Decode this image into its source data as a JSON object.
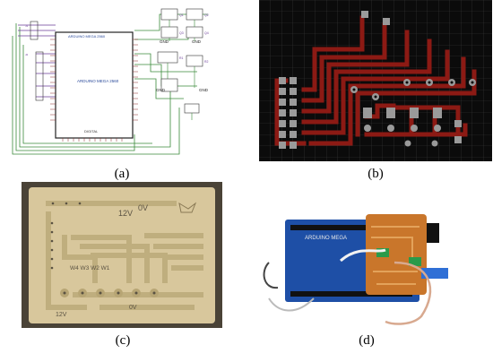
{
  "figure": {
    "panels": [
      {
        "label": "(a)",
        "description": "schematic",
        "chip_title": "ARDUINO MEGA 2560",
        "chip_side": "DIGITAL",
        "part_label": "ARDUINO MEGA 2560",
        "net_labels": [
          "GND",
          "GND",
          "GND",
          "GND"
        ]
      },
      {
        "label": "(b)",
        "description": "pcb-layout"
      },
      {
        "label": "(c)",
        "description": "etched-board",
        "silk_top": "12V",
        "silk_top2": "0V",
        "silk_mid": "W4 W3 W2 W1",
        "silk_bottom": "12V",
        "silk_bottom2": "0V"
      },
      {
        "label": "(d)",
        "description": "assembled-shield",
        "board_text": "ARDUINO MEGA"
      }
    ]
  },
  "colors": {
    "schematic_bg": "#ffffff",
    "pcb_bg": "#0b0b0b",
    "pcb_grid": "#3a3a3a",
    "pcb_trace": "#8c1a14",
    "pcb_pad": "#9a9a9a",
    "board_tan": "#d8c79c",
    "board_dark": "#4a4337"
  }
}
